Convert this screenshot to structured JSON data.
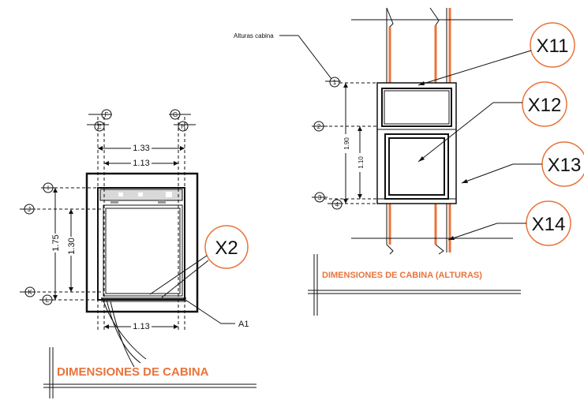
{
  "colors": {
    "accent": "#e8743b",
    "line": "#111111"
  },
  "left_plan": {
    "title": "DIMENSIONES DE CABINA",
    "grid_labels": [
      "F",
      "E",
      "G",
      "H",
      "I",
      "J",
      "K",
      "L"
    ],
    "dims": {
      "w_outer": "1.33",
      "w_inner": "1.13",
      "w_bottom": "1.13",
      "h_outer": "1.75",
      "h_inner": "1.30"
    },
    "tags": {
      "x2": "X2",
      "a1": "A1"
    }
  },
  "right_section": {
    "title": "DIMENSIONES DE CABINA (ALTURAS)",
    "heights_label": "Alturas cabina",
    "level_labels": [
      "1",
      "2",
      "3",
      "4"
    ],
    "dims": {
      "h_total": "1.90",
      "h_door": "1.10"
    },
    "tags": {
      "x11": "X11",
      "x12": "X12",
      "x13": "X13",
      "x14": "X14"
    }
  }
}
